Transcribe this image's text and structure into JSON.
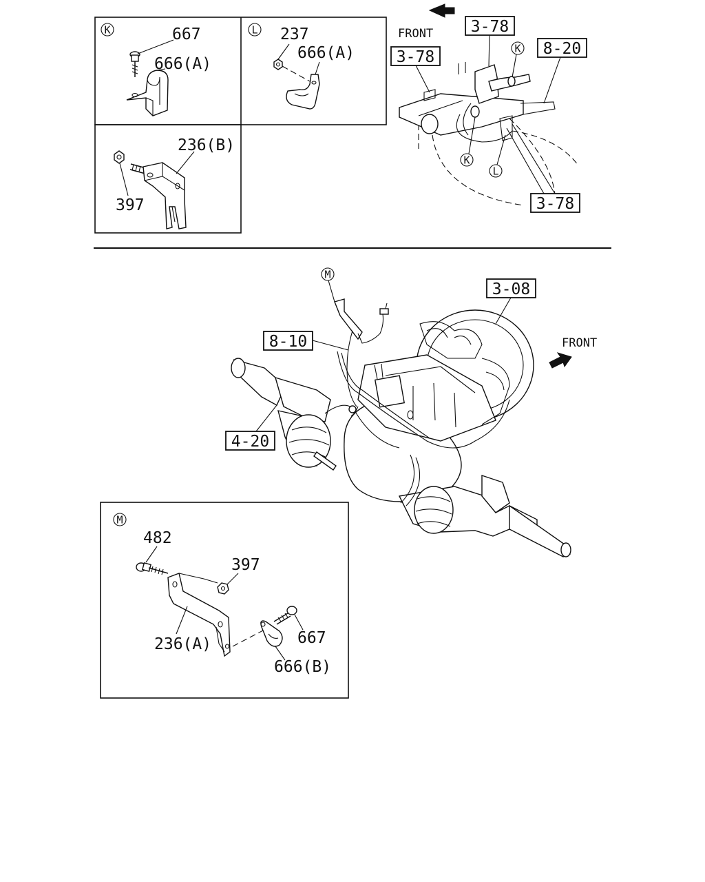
{
  "detail_K": {
    "callout": "K",
    "bolt_label": "667",
    "clip_label": "666(A)"
  },
  "detail_L": {
    "callout": "L",
    "nut_label": "237",
    "clip_label": "666(A)"
  },
  "detail_bracket_B": {
    "bracket_label": "236(B)",
    "nut_label": "397"
  },
  "top_view": {
    "front_label": "FRONT",
    "ref_upper_center": "3-78",
    "ref_upper_left": "3-78",
    "ref_upper_right": "8-20",
    "ref_lower_right": "3-78",
    "callout_K_upper": "K",
    "callout_K_lower": "K",
    "callout_L_lower": "L"
  },
  "main_view": {
    "callout_M": "M",
    "ref_axle_housing": "3-08",
    "ref_harness": "8-10",
    "ref_axle": "4-20",
    "front_label": "FRONT"
  },
  "detail_M": {
    "callout": "M",
    "bolt_label": "482",
    "nut_label": "397",
    "bracket_label": "236(A)",
    "clip_bolt_label": "667",
    "clip_label": "666(B)"
  }
}
